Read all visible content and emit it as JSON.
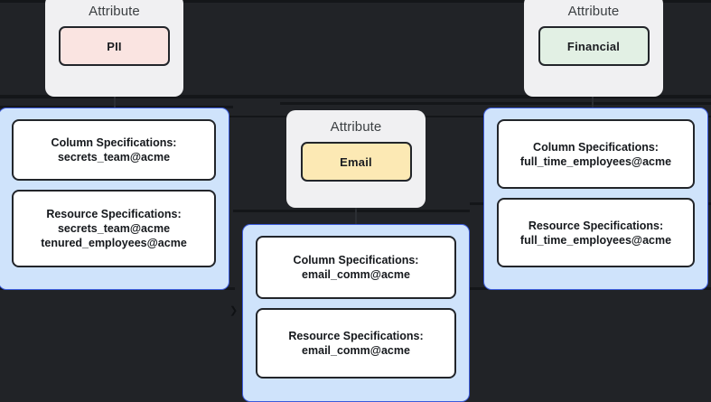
{
  "diagram": {
    "background_color": "#212327",
    "group_label": "Attribute",
    "colors": {
      "group_bg": "#f0f0f2",
      "spec_group_bg": "#cfe3fb",
      "spec_group_border": "#3b5bdb",
      "node_border": "#22252a",
      "pii": "#fae4e1",
      "financial": "#e2f0e4",
      "email": "#fce9b4"
    },
    "attribute_groups": [
      {
        "id": "attr-pii",
        "title": "Attribute",
        "node_label": "PII",
        "node_color": "#fae4e1"
      },
      {
        "id": "attr-email",
        "title": "Attribute",
        "node_label": "Email",
        "node_color": "#fce9b4"
      },
      {
        "id": "attr-financial",
        "title": "Attribute",
        "node_label": "Financial",
        "node_color": "#e2f0e4"
      }
    ],
    "spec_groups": [
      {
        "id": "spec-secrets",
        "nodes": [
          {
            "id": "column-spec-secrets",
            "heading": "Column Specifications:",
            "values": [
              "secrets_team@acme"
            ]
          },
          {
            "id": "resource-spec-secrets",
            "heading": "Resource Specifications:",
            "values": [
              "secrets_team@acme",
              "tenured_employees@acme"
            ]
          }
        ]
      },
      {
        "id": "spec-email",
        "nodes": [
          {
            "id": "column-spec-email",
            "heading": "Column Specifications:",
            "values": [
              "email_comm@acme"
            ]
          },
          {
            "id": "resource-spec-email",
            "heading": "Resource Specifications:",
            "values": [
              "email_comm@acme"
            ]
          }
        ]
      },
      {
        "id": "spec-fulltime",
        "nodes": [
          {
            "id": "column-spec-fulltime",
            "heading": "Column Specifications:",
            "values": [
              "full_time_employees@acme"
            ]
          },
          {
            "id": "resource-spec-fulltime",
            "heading": "Resource Specifications:",
            "values": [
              "full_time_employees@acme"
            ]
          }
        ]
      }
    ],
    "edge_marker": "❯"
  }
}
